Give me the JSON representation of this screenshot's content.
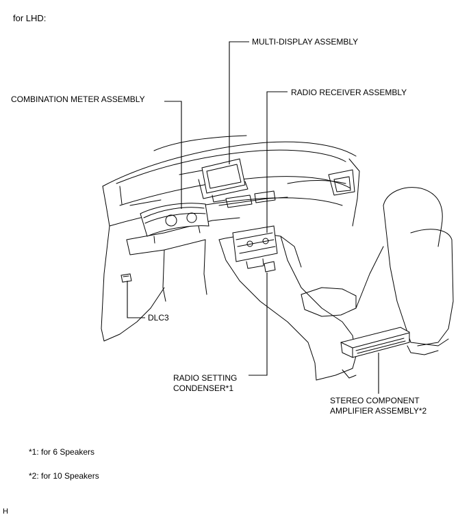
{
  "header": "for LHD:",
  "labels": {
    "multi_display": "MULTI-DISPLAY ASSEMBLY",
    "radio_receiver": "RADIO RECEIVER ASSEMBLY",
    "combination_meter": "COMBINATION METER ASSEMBLY",
    "dlc3": "DLC3",
    "radio_setting_line1": "RADIO SETTING",
    "radio_setting_line2": "CONDENSER*1",
    "stereo_line1": "STEREO COMPONENT",
    "stereo_line2": "AMPLIFIER ASSEMBLY*2"
  },
  "notes": {
    "note1": "*1: for 6 Speakers",
    "note2": "*2: for 10 Speakers"
  },
  "footer_code": "H"
}
